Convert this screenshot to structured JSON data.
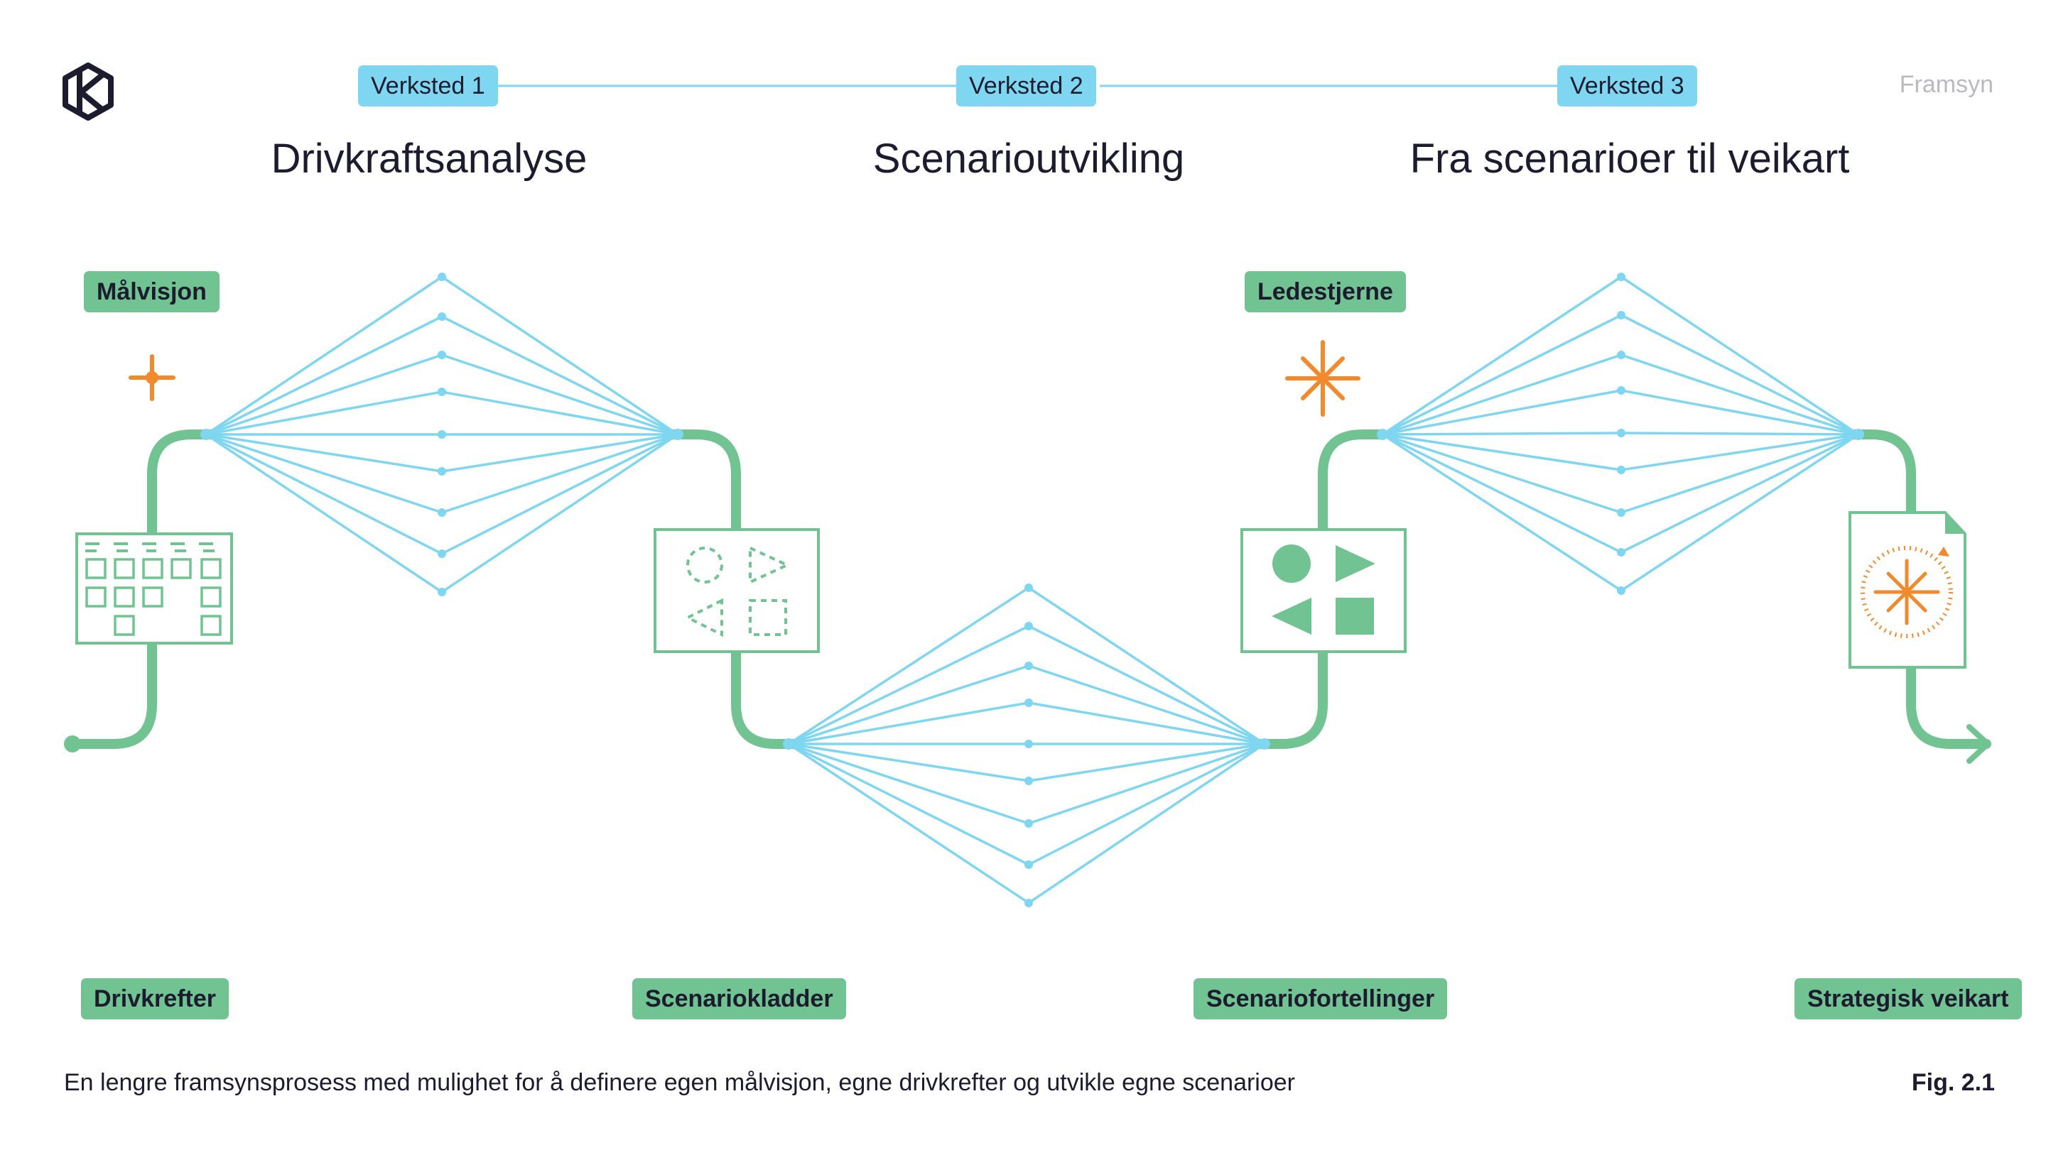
{
  "brand": "Framsyn",
  "workshops": [
    {
      "label": "Verksted 1",
      "title": "Drivkraftsanalyse"
    },
    {
      "label": "Verksted 2",
      "title": "Scenarioutvikling"
    },
    {
      "label": "Verksted 3",
      "title": "Fra scenarioer til veikart"
    }
  ],
  "stages": {
    "malvisjon": "Målvisjon",
    "ledestjerne": "Ledestjerne",
    "drivkrefter": "Drivkrefter",
    "scenariokladder": "Scenariokladder",
    "scenariofortellinger": "Scenariofortellinger",
    "strategisk_veikart": "Strategisk veikart"
  },
  "caption": "En lengre framsynsprosess med mulighet for å definere egen målvisjon, egne drivkrefter og utvikle egne scenarioer",
  "figure_label": "Fig. 2.1",
  "icons": {
    "logo": "hexagon-k-logo-icon",
    "star_small": "sparkle-icon",
    "star_large": "star-burst-icon",
    "grid": "calendar-grid-icon",
    "shapes_dashed": "dashed-shapes-icon",
    "shapes_solid": "solid-shapes-icon",
    "document": "document-compass-icon",
    "arrow": "arrow-right-icon"
  },
  "colors": {
    "blue": "#7fd6f0",
    "green": "#71c392",
    "orange": "#f08a2c",
    "text": "#1c1c2e",
    "muted": "#b9b9c1"
  }
}
